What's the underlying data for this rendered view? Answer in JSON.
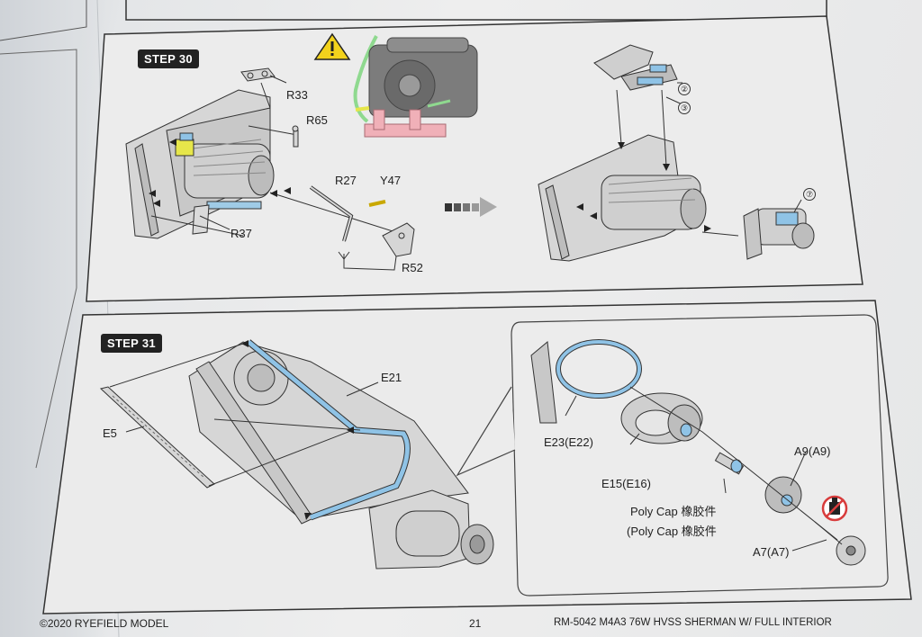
{
  "step30": {
    "badge": "STEP 30",
    "labels": {
      "r33": "R33",
      "r65": "R65",
      "r27": "R27",
      "y47": "Y47",
      "r37": "R37",
      "r52": "R52"
    },
    "callouts": [
      "②",
      "③",
      "⑦"
    ]
  },
  "step31": {
    "badge": "STEP 31",
    "labels": {
      "e21": "E21",
      "e5": "E5",
      "e23": "E23(E22)",
      "e15": "E15(E16)",
      "a9": "A9(A9)",
      "polycap1": "Poly Cap 橡胶件",
      "polycap2": "(Poly Cap 橡胶件",
      "a7": "A7(A7)"
    }
  },
  "footer": {
    "copyright": "©2020 RYEFIELD MODEL",
    "page": "21",
    "product": "RM-5042  M4A3 76W HVSS SHERMAN W/ FULL INTERIOR"
  },
  "colors": {
    "highlight_blue": "#8fc3e6",
    "highlight_yellow": "#e6e64a",
    "highlight_green": "#8fd98f",
    "highlight_pink": "#f0b0b8",
    "warning_yellow": "#f2d21c"
  },
  "icons": [
    "warning-icon",
    "arrow-right-icon",
    "no-glue-icon"
  ]
}
